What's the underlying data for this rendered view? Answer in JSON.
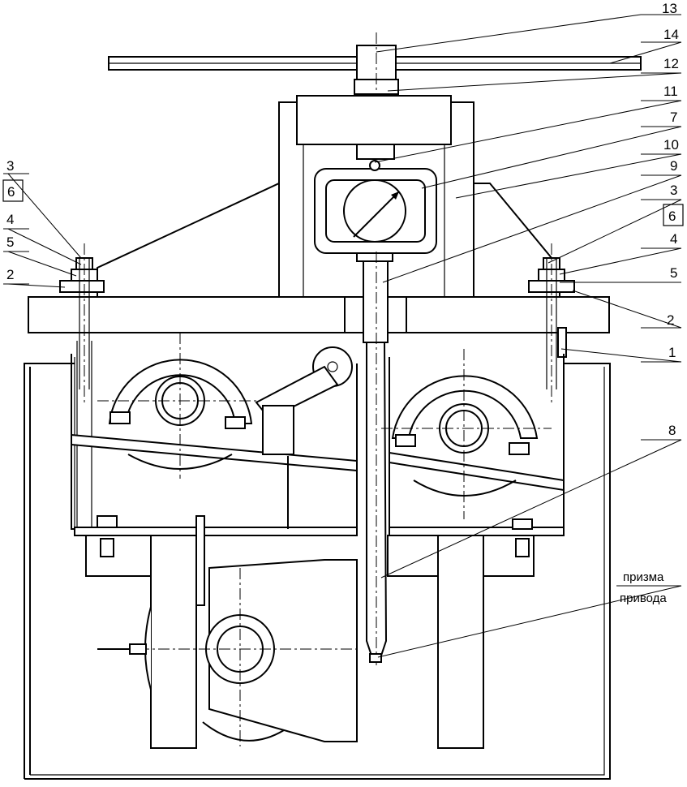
{
  "labels": {
    "l13": "13",
    "l14": "14",
    "l12": "12",
    "l11": "11",
    "l7": "7",
    "l10": "10",
    "l9": "9",
    "l3_right": "3",
    "l6_right": "6",
    "l4_right": "4",
    "l5_right": "5",
    "l2_right": "2",
    "l1": "1",
    "l8": "8",
    "l3_left": "3",
    "l6_left": "6",
    "l4_left": "4",
    "l5_left": "5",
    "l2_left": "2",
    "prism_line1": "призма",
    "prism_line2": "привода"
  }
}
